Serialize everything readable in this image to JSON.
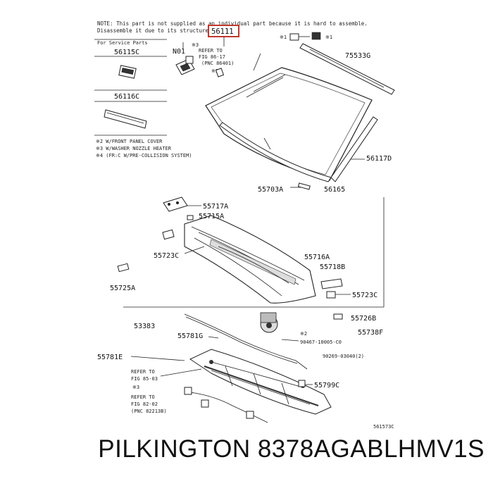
{
  "header_note": [
    "NOTE: This part is not supplied as an individual part because it is hard to assemble.",
    "Disassemble it due to its structure."
  ],
  "callout_main": "56111",
  "legend": {
    "title": "For Service Parts",
    "parts": [
      "56115C",
      "56116C"
    ],
    "footnotes": [
      "※2 W/FRONT PANEL COVER",
      "※3 W/WASHER NOZZLE HEATER",
      "※4 (FR:C  W/PRE-COLLISION SYSTEM)"
    ]
  },
  "n01_label": "N01",
  "refer_top": [
    "REFER TO",
    "FIG 86-17",
    "(PNC 86401)"
  ],
  "refer_mid": [
    "REFER TO",
    "FIG 85-03"
  ],
  "refer_bot": [
    "REFER TO",
    "FIG 82-02",
    "(PNC 82213B)"
  ],
  "part_labels": {
    "p75533G": "75533G",
    "p56117D": "56117D",
    "p55703A": "55703A",
    "p56165": "56165",
    "p55717A": "55717A",
    "p55715A": "55715A",
    "p55723C_left": "55723C",
    "p55725A": "55725A",
    "p55716A": "55716A",
    "p55718B": "55718B",
    "p55723C_right": "55723C",
    "p55726B": "55726B",
    "p55738F": "55738F",
    "p53383": "53383",
    "p55781G": "55781G",
    "p55781E": "55781E",
    "p90467": "90467-10005-C0",
    "p90269": "90269-03040(2)",
    "p55799C": "55799C"
  },
  "marks": {
    "x1_left": "※1",
    "x1_right": "※1",
    "x2": "※2",
    "x3_left": "※3",
    "x3_mid": "※3"
  },
  "figure_code": "561573C",
  "footer_text": "PILKINGTON 8378AGABLHMV1S"
}
